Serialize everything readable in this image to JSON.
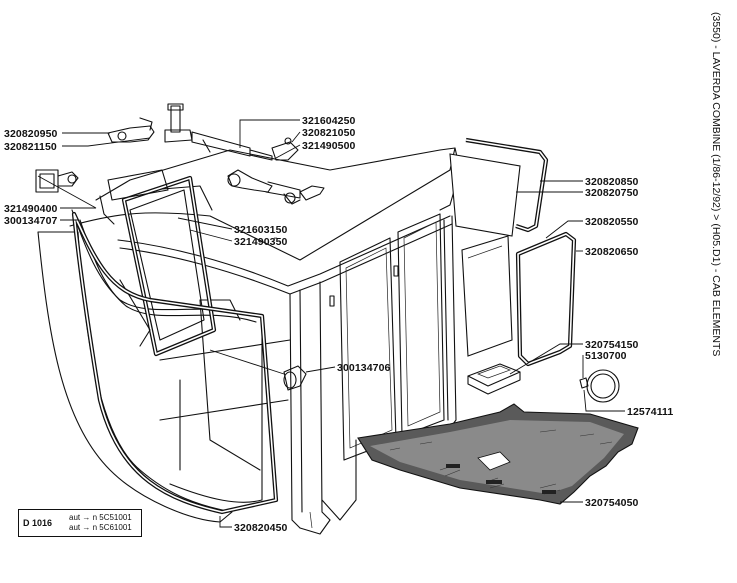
{
  "page": {
    "title": "(3550) - LAVERDA COMBINE (1/86-12/92) > (H05.D1) - CAB ELEMENTS"
  },
  "reference_box": {
    "code": "D 1016",
    "line1": "aut → n  5C51001",
    "line2": "aut → n  5C61001"
  },
  "part_labels": {
    "p320820950": "320820950",
    "p320821150": "320821150",
    "p321604250": "321604250",
    "p320821050": "320821050",
    "p321490500": "321490500",
    "p321490400": "321490400",
    "p300134707": "300134707",
    "p321603150": "321603150",
    "p321490350": "3214903̄50",
    "p320820850": "320820850",
    "p320820750": "320820750",
    "p320820550": "320820550",
    "p320820650": "320820650",
    "p320754150": "320754150",
    "p5130700": "5130700",
    "p12574111": "12574111",
    "p300134706": "300134706",
    "p320754050": "320754050",
    "p320820450": "320820450"
  },
  "icons": {
    "mat": "floor-mat-icon",
    "badge": "logo-badge-icon"
  }
}
